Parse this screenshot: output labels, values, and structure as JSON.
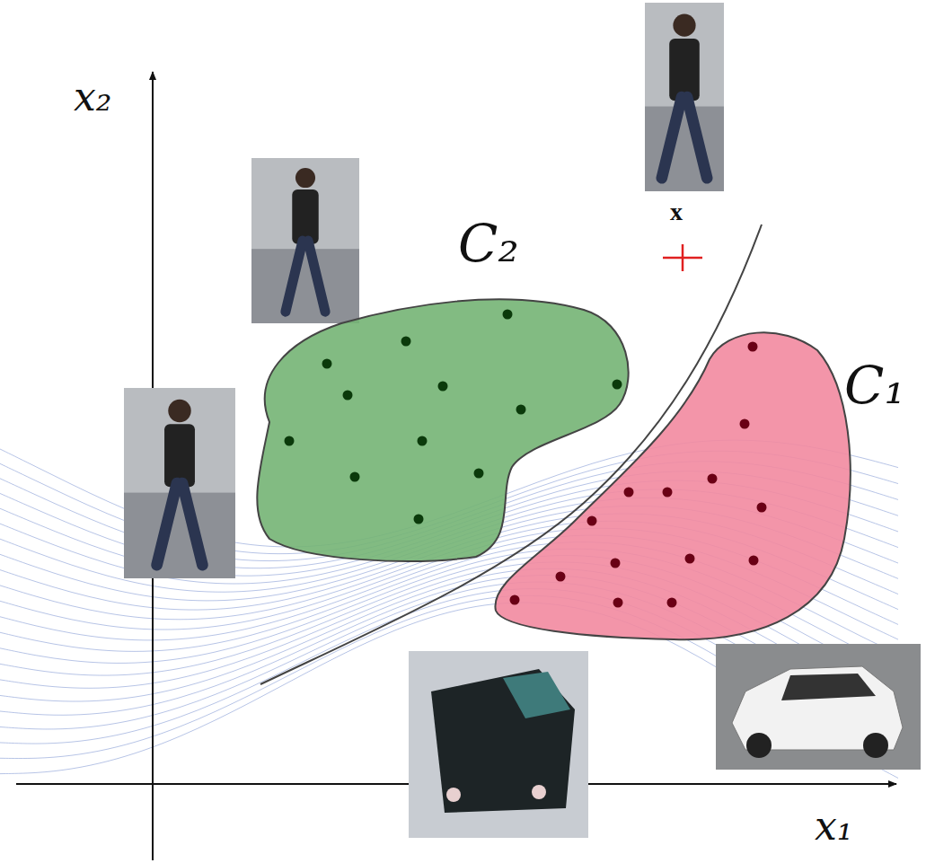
{
  "diagram": {
    "nodes": [
      {
        "text": [
          "C₂"
        ]
      },
      {
        "text": [
          "C₁"
        ]
      }
    ],
    "labels": [
      "x₂",
      "x₁",
      "x"
    ]
  }
}
